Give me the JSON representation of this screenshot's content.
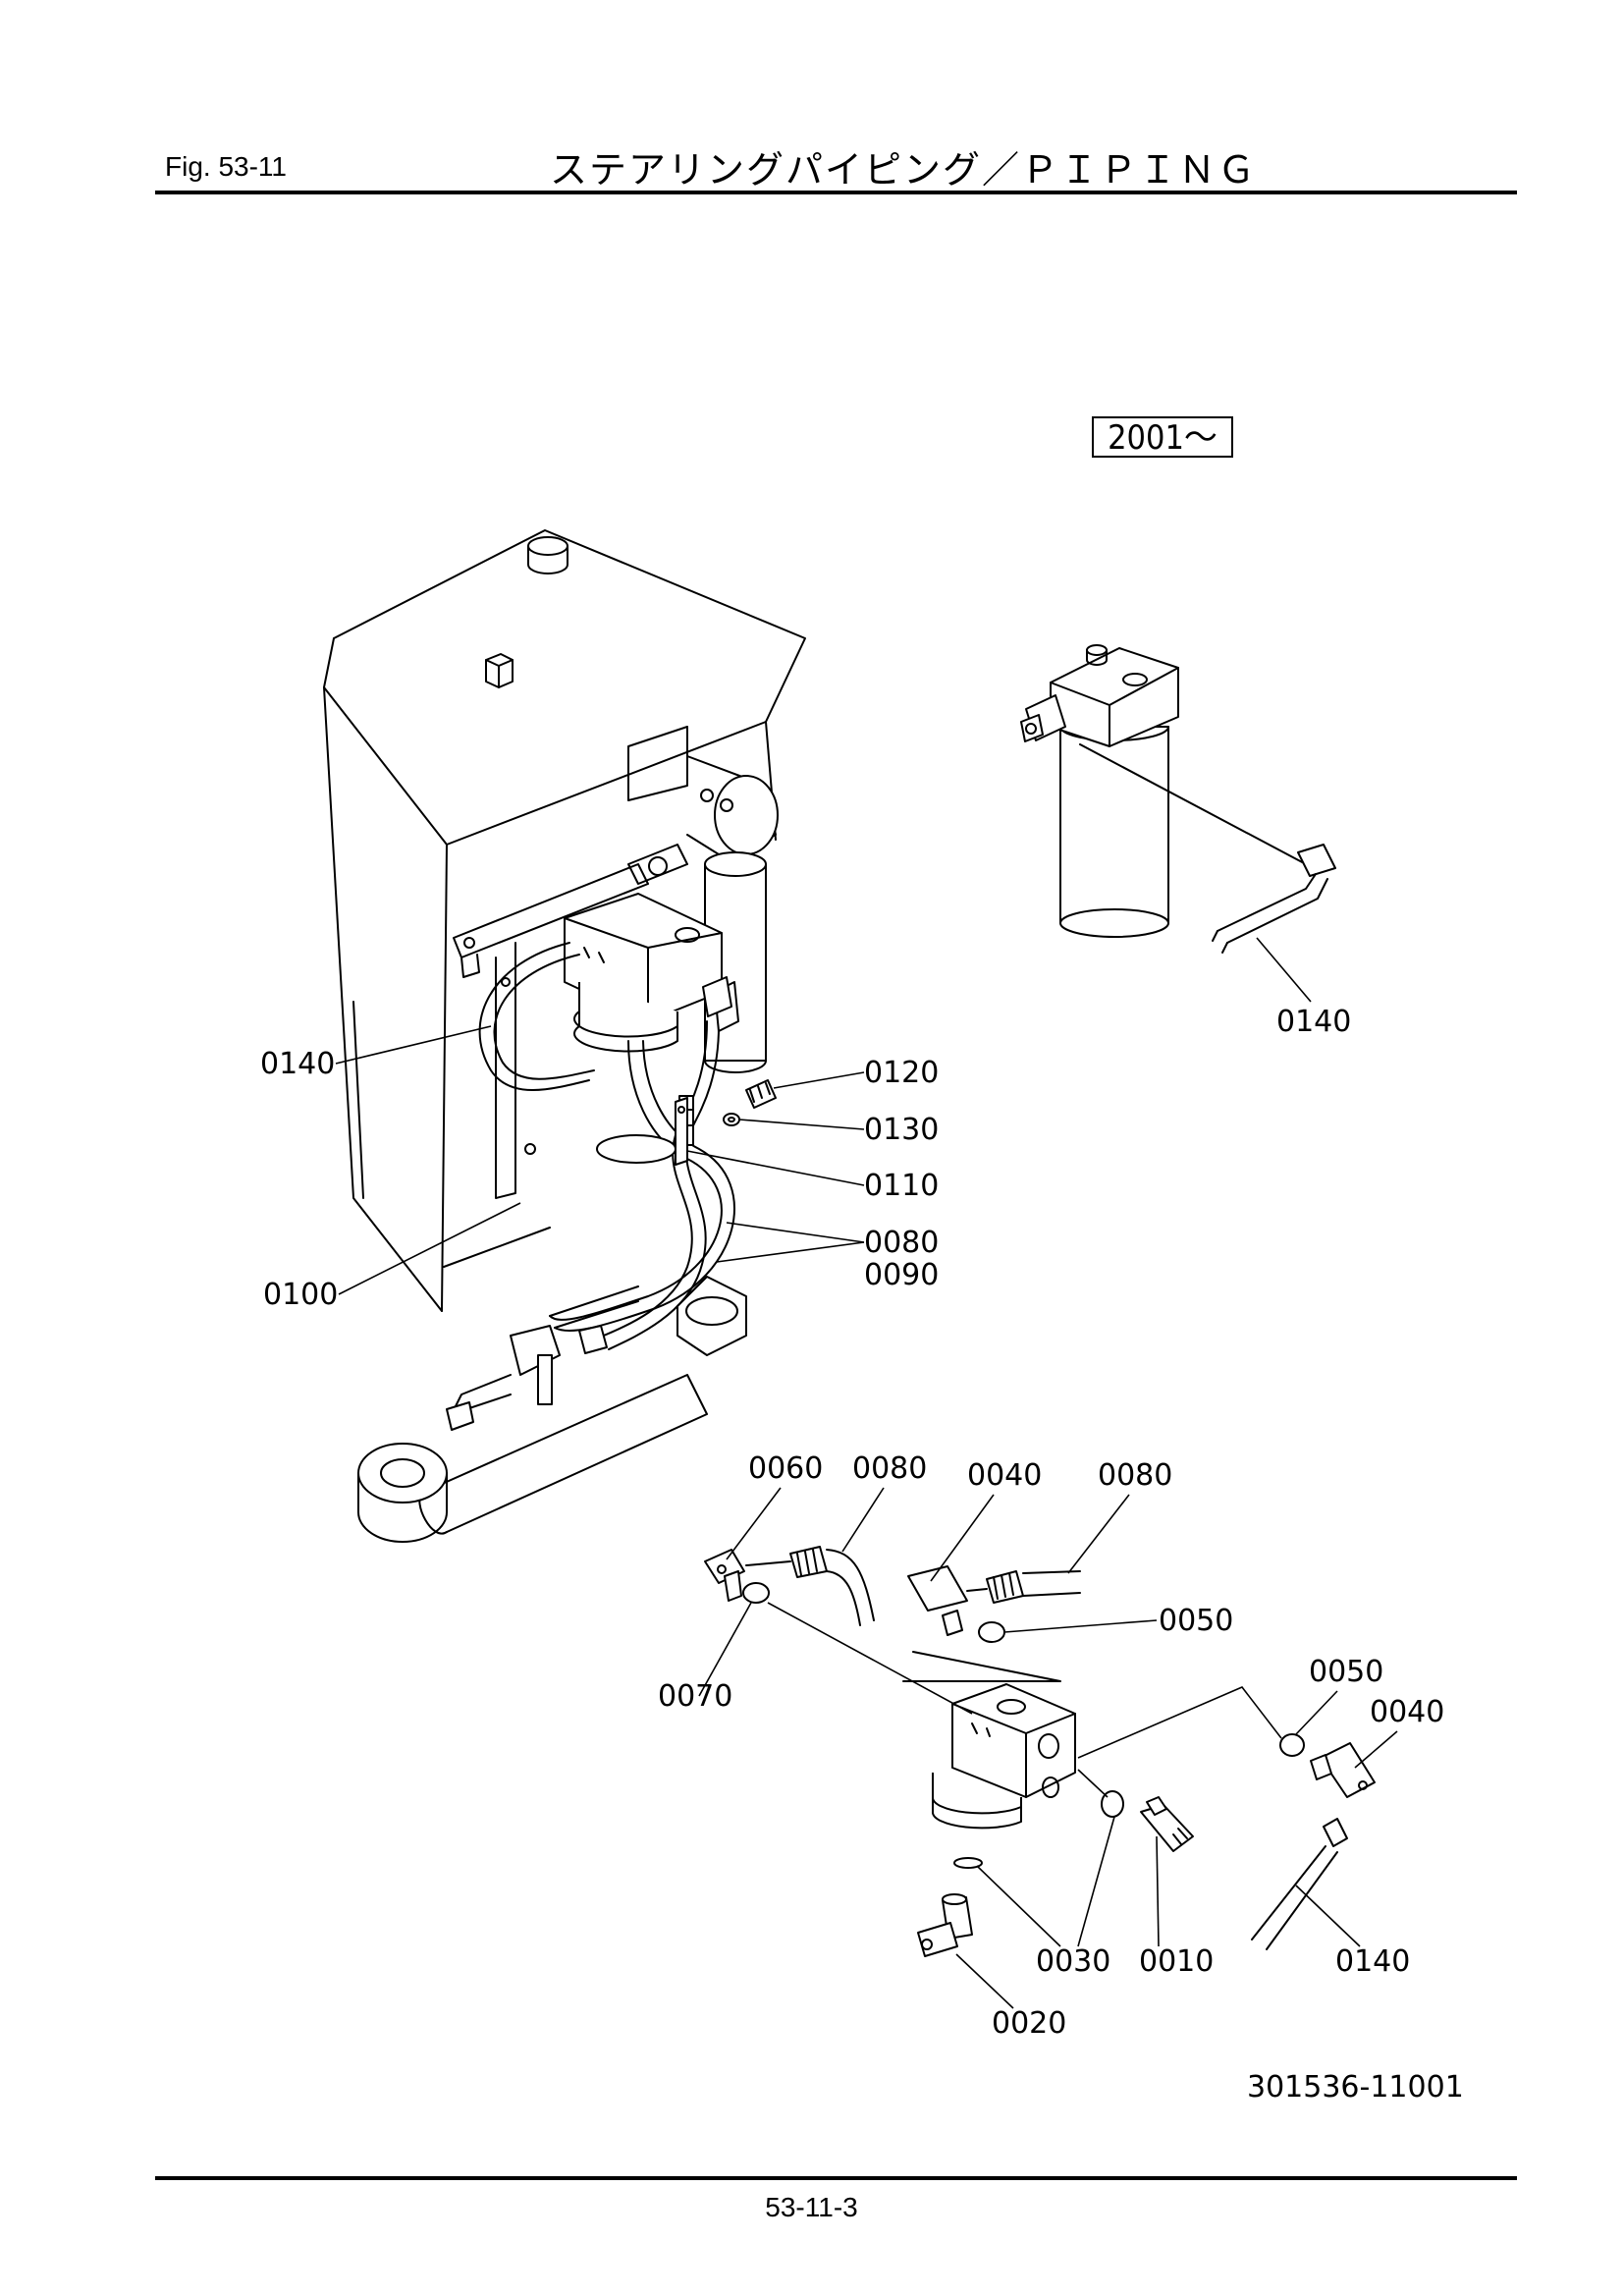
{
  "header": {
    "fig_label": "Fig. 53-11",
    "title": "ステアリングパイピング／ＰＩＰＩＮＧ"
  },
  "year_badge": "2001～",
  "callouts": {
    "c0140_left": "0140",
    "c0140_top_right": "0140",
    "c0120": "0120",
    "c0130": "0130",
    "c0110": "0110",
    "c0080_main": "0080",
    "c0090": "0090",
    "c0100": "0100",
    "c0060": "0060",
    "c0080_a": "0080",
    "c0040_a": "0040",
    "c0080_b": "0080",
    "c0050_a": "0050",
    "c0070": "0070",
    "c0050_b": "0050",
    "c0040_b": "0040",
    "c0030": "0030",
    "c0010": "0010",
    "c0140_bottom": "0140",
    "c0020": "0020"
  },
  "drawing_number": "301536-11001",
  "footer": {
    "page_number": "53-11-3"
  }
}
